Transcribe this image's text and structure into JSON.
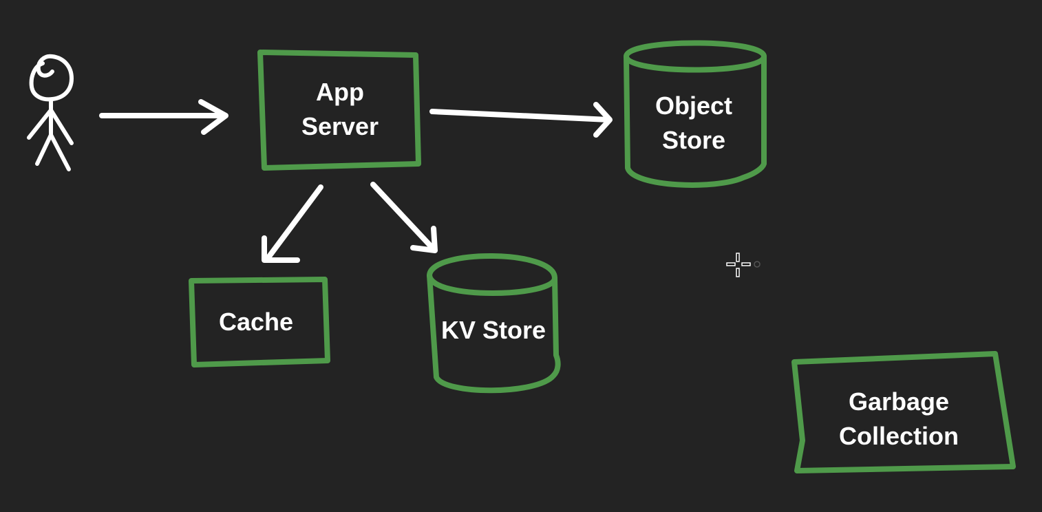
{
  "colors": {
    "background": "#232323",
    "node_stroke": "#4f9a4a",
    "text_and_arrows": "#ffffff"
  },
  "nodes": {
    "app_server": {
      "line1": "App",
      "line2": "Server",
      "shape": "rectangle"
    },
    "object_store": {
      "line1": "Object",
      "line2": "Store",
      "shape": "cylinder"
    },
    "cache": {
      "line1": "Cache",
      "shape": "rectangle"
    },
    "kv_store": {
      "line1": "KV Store",
      "shape": "cylinder"
    },
    "garbage_collection": {
      "line1": "Garbage",
      "line2": "Collection",
      "shape": "rectangle"
    }
  },
  "actor": {
    "icon": "stick-figure-user-icon"
  },
  "edges": [
    {
      "from": "user",
      "to": "app_server"
    },
    {
      "from": "app_server",
      "to": "object_store"
    },
    {
      "from": "app_server",
      "to": "cache"
    },
    {
      "from": "app_server",
      "to": "kv_store"
    }
  ],
  "cursor": {
    "icon": "crosshair-cursor-icon"
  }
}
